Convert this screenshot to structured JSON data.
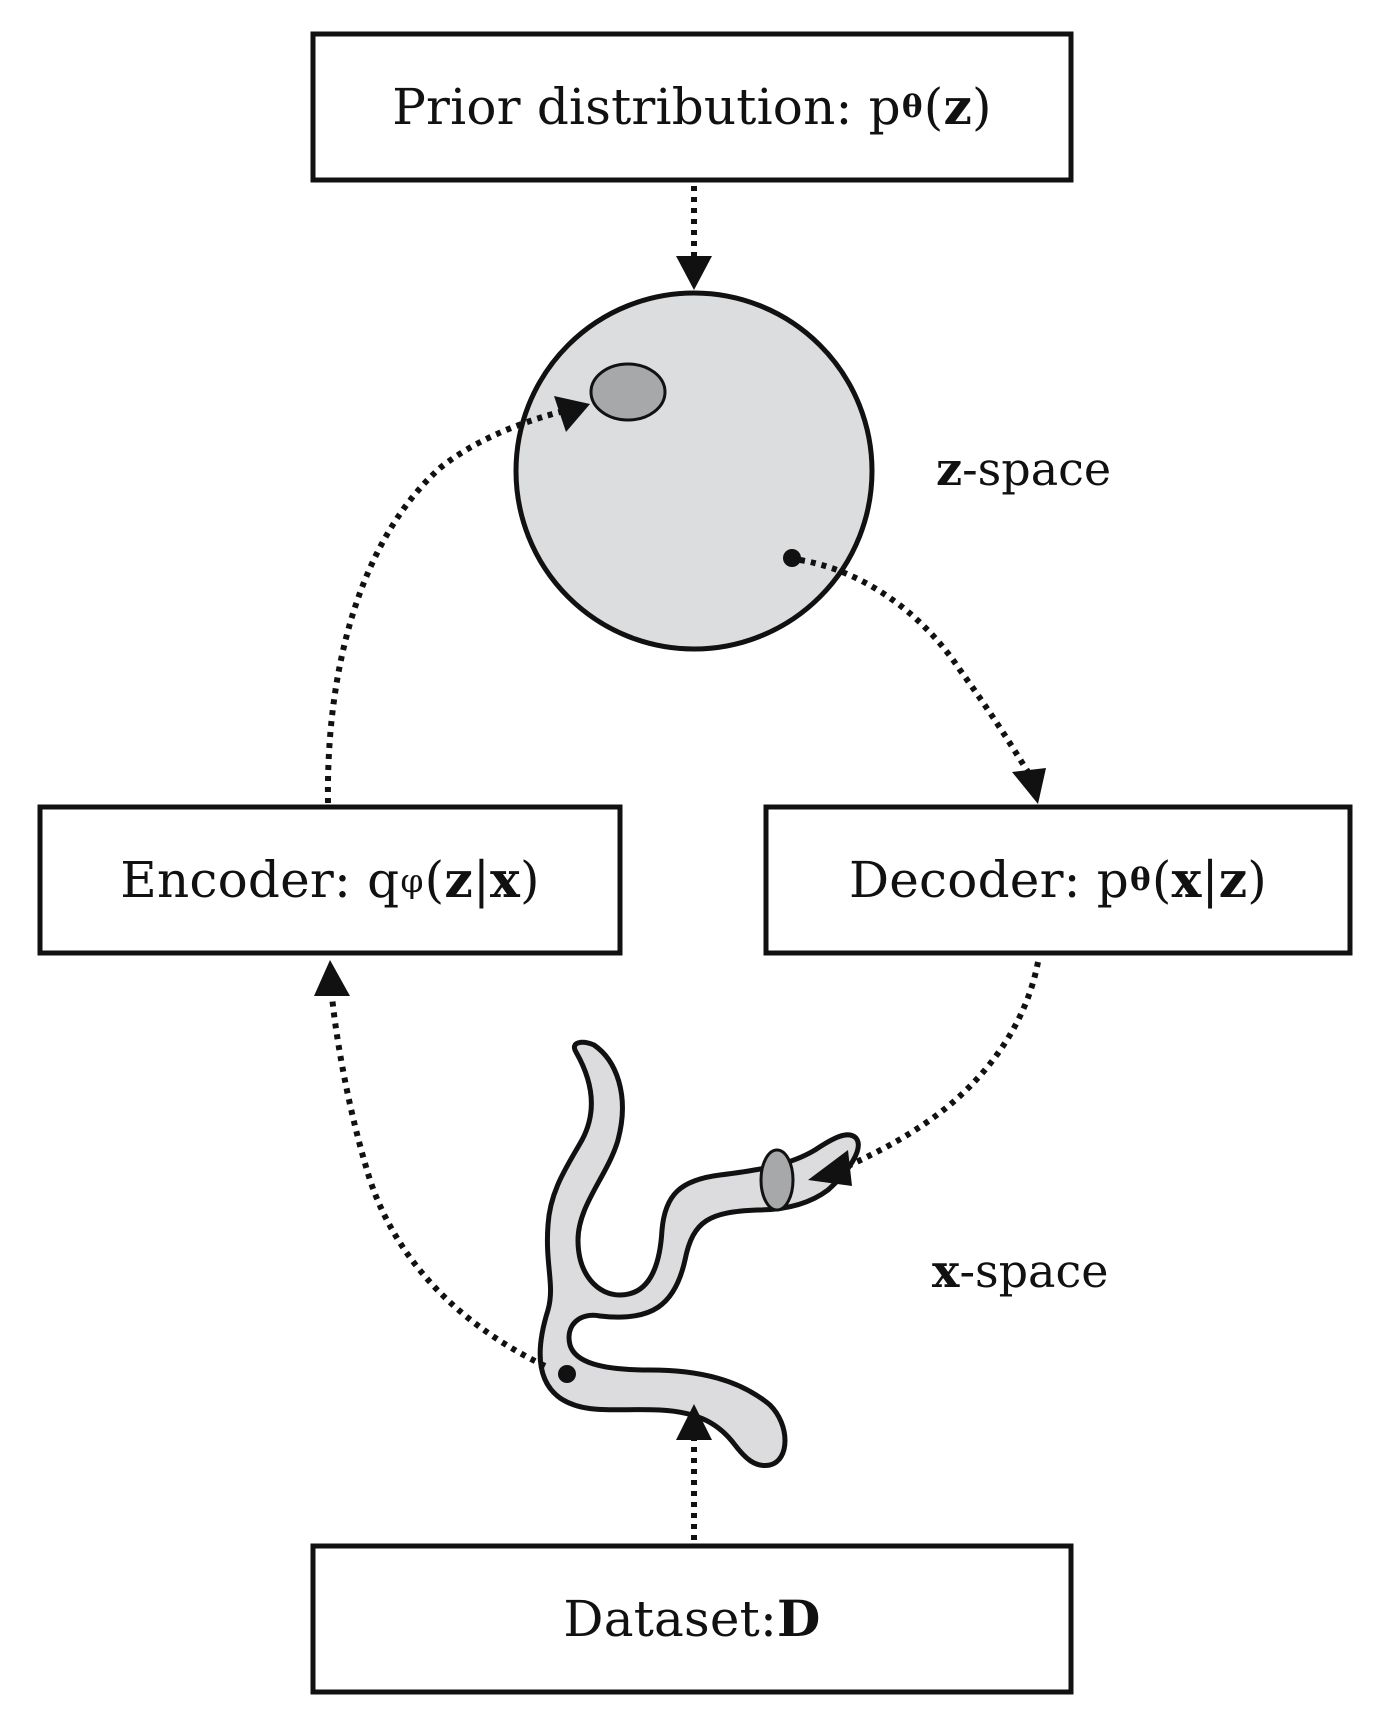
{
  "prior_box": {
    "prefix": "Prior distribution: p",
    "sub": "θ",
    "open": "(",
    "var": "z",
    "close": ")"
  },
  "encoder_box": {
    "prefix": "Encoder: q",
    "sub": "φ",
    "open": "(",
    "var1": "z",
    "bar": "|",
    "var2": "x",
    "close": ")"
  },
  "decoder_box": {
    "prefix": "Decoder: p",
    "sub": "θ",
    "open": "(",
    "var1": "x",
    "bar": "|",
    "var2": "z",
    "close": ")"
  },
  "dataset_box": {
    "prefix": "Dataset: ",
    "var": "D"
  },
  "z_space_label": {
    "var": "z",
    "suffix": "-space"
  },
  "x_space_label": {
    "var": "x",
    "suffix": "-space"
  },
  "colors": {
    "stroke": "#111111",
    "region_fill": "#dcdddf",
    "highlight_fill": "#a7a8a9"
  }
}
